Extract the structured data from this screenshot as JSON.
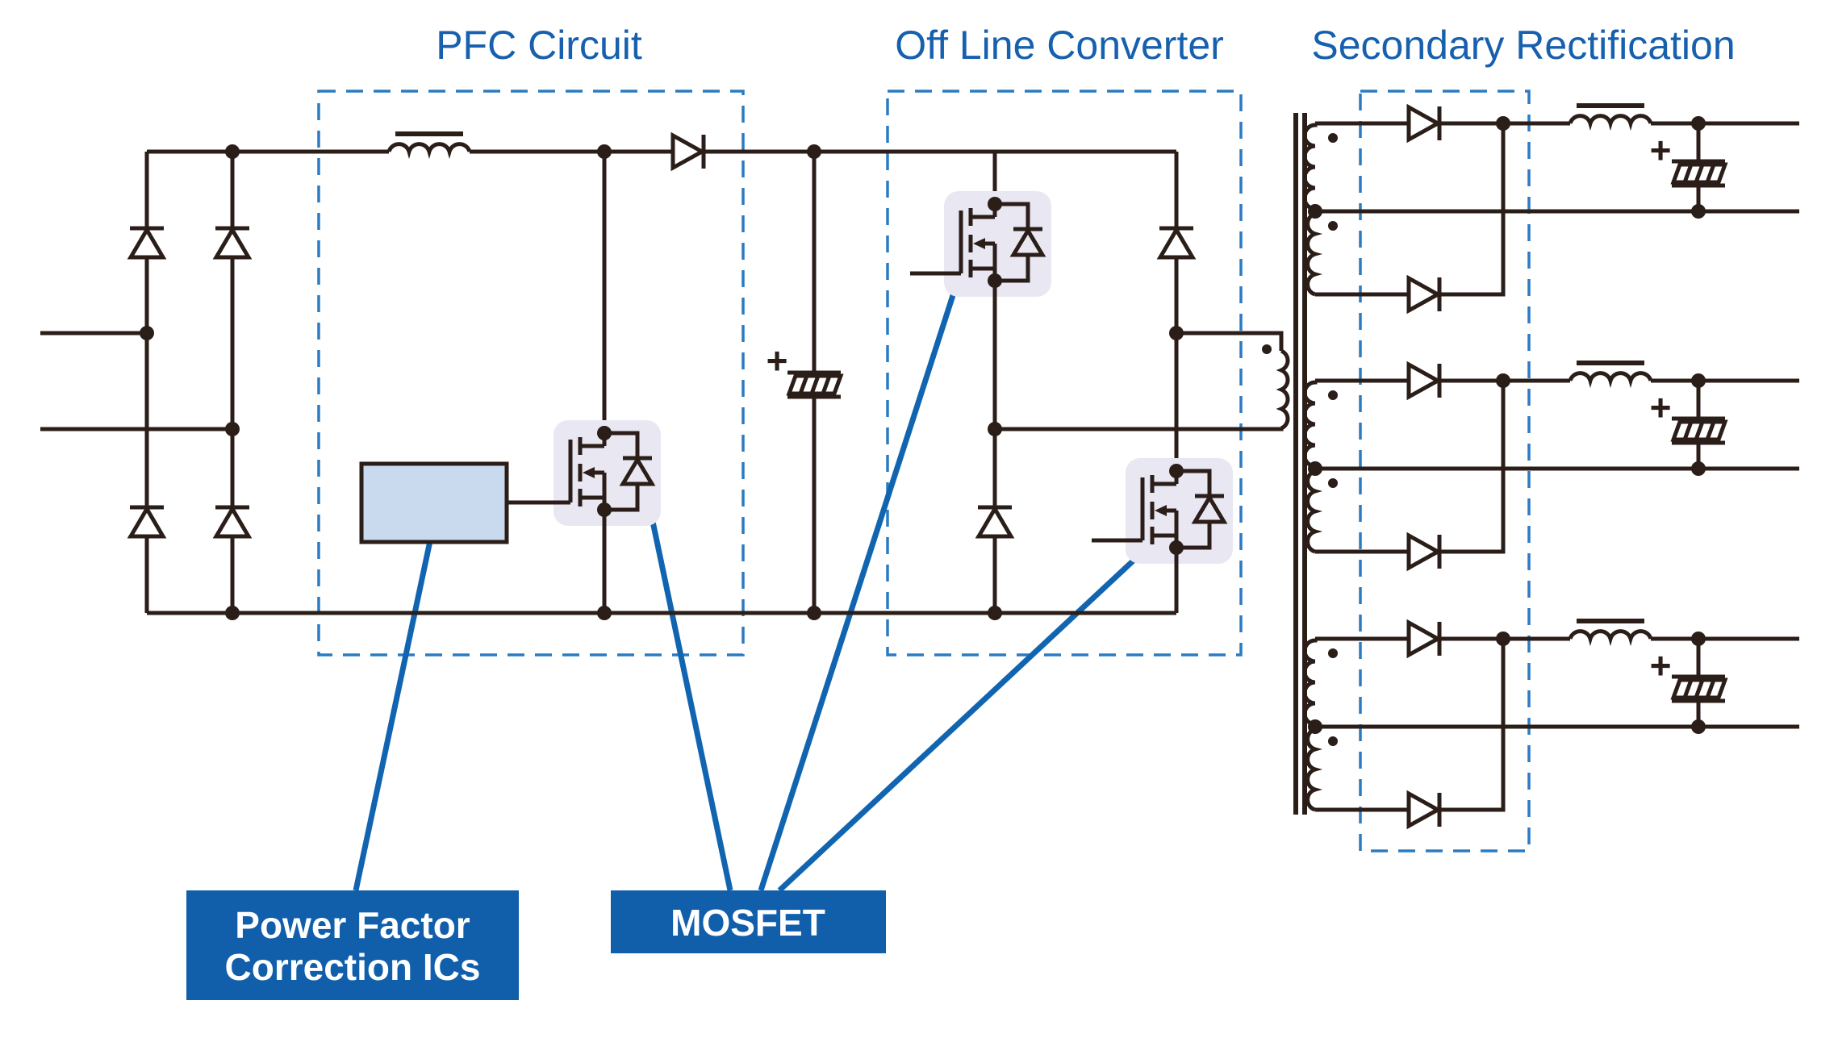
{
  "titles": {
    "pfc": "PFC Circuit",
    "offline": "Off Line Converter",
    "secondary": "Secondary Rectification"
  },
  "callouts": {
    "pfc_ics": {
      "line1": "Power Factor",
      "line2": "Correction ICs"
    },
    "mosfet": {
      "label": "MOSFET"
    }
  },
  "symbols": {
    "plus": "+"
  },
  "colors": {
    "accent_blue": "#1760ae",
    "dashed_blue": "#2b7bc2",
    "callout_bg": "#115fab",
    "callout_text": "#ffffff",
    "pointer_blue": "#1165b0",
    "wire": "#2b1e19",
    "ic_fill": "#c9daee",
    "mosfet_highlight": "#e9e7f2",
    "page_bg": "#ffffff"
  },
  "structure": {
    "bridge_diode_count": 4,
    "highlighted_mosfet_count": 3,
    "secondary_output_count": 3,
    "pointer_line_count": 4
  }
}
